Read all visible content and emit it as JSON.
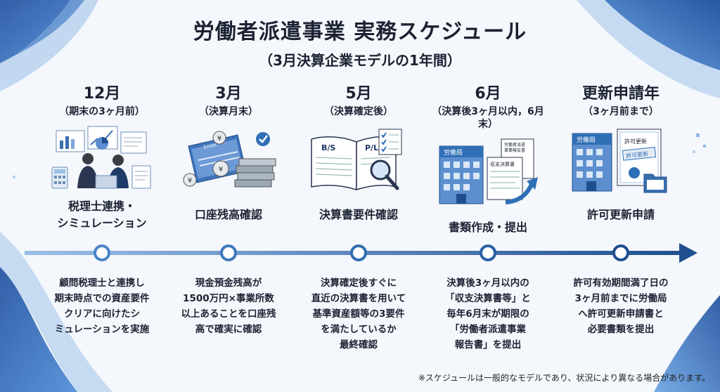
{
  "title": "労働者派遣事業 実務スケジュール",
  "subtitle": "（3月決算企業モデルの1年間）",
  "steps": [
    {
      "month": "12月",
      "sub": "（期末の3ヶ月前）",
      "task": "税理士連携・\nシミュレーション",
      "desc": "顧問税理士と連携し\n期末時点での資産要件\nクリアに向けたシ\nミュレーションを実施",
      "icon": "meeting-charts-icon"
    },
    {
      "month": "3月",
      "sub": "（決算月末）",
      "task": "口座残高確認",
      "desc": "現金預金残高が\n1500万円×事業所数\n以上あることを口座残\n高で確実に確認",
      "icon": "bankbook-yen-icon",
      "bankbook_text": "BANK"
    },
    {
      "month": "5月",
      "sub": "（決算確定後）",
      "task": "決算書要件確認",
      "desc": "決算確定後すぐに\n直近の決算書を用いて\n基準資産額等の3要件\nを満たしているか\n最終確認",
      "icon": "balance-sheet-icon",
      "book_left": "B/S",
      "book_right": "P/L"
    },
    {
      "month": "6月",
      "sub": "（決算後3ヶ月以内，6月末）",
      "task": "書類作成・提出",
      "desc": "決算後3ヶ月以内の\n「収支決算書等」と\n毎年6月末が期限の\n「労働者派遣事業\n報告書」を提出",
      "icon": "submit-documents-icon",
      "building": "労働局",
      "doc1": "労働者派遣\n事業報告書",
      "doc2": "収支決算書"
    },
    {
      "month": "更新申請年",
      "sub": "（3ヶ月前まで）",
      "task": "許可更新申請",
      "desc": "許可有効期間満了日の\n3ヶ月前までに労働局\nへ許可更新申請書と\n必要書類を提出",
      "icon": "permit-renewal-icon",
      "building": "労働局",
      "cert1": "許可更新",
      "cert2": "許可更新"
    }
  ],
  "note": "※スケジュールは一般的なモデルであり、状況により異なる場合があります。",
  "colors": {
    "accent": "#2f6fb6",
    "dark": "#1f4f8f",
    "light": "#9cc0e8"
  }
}
